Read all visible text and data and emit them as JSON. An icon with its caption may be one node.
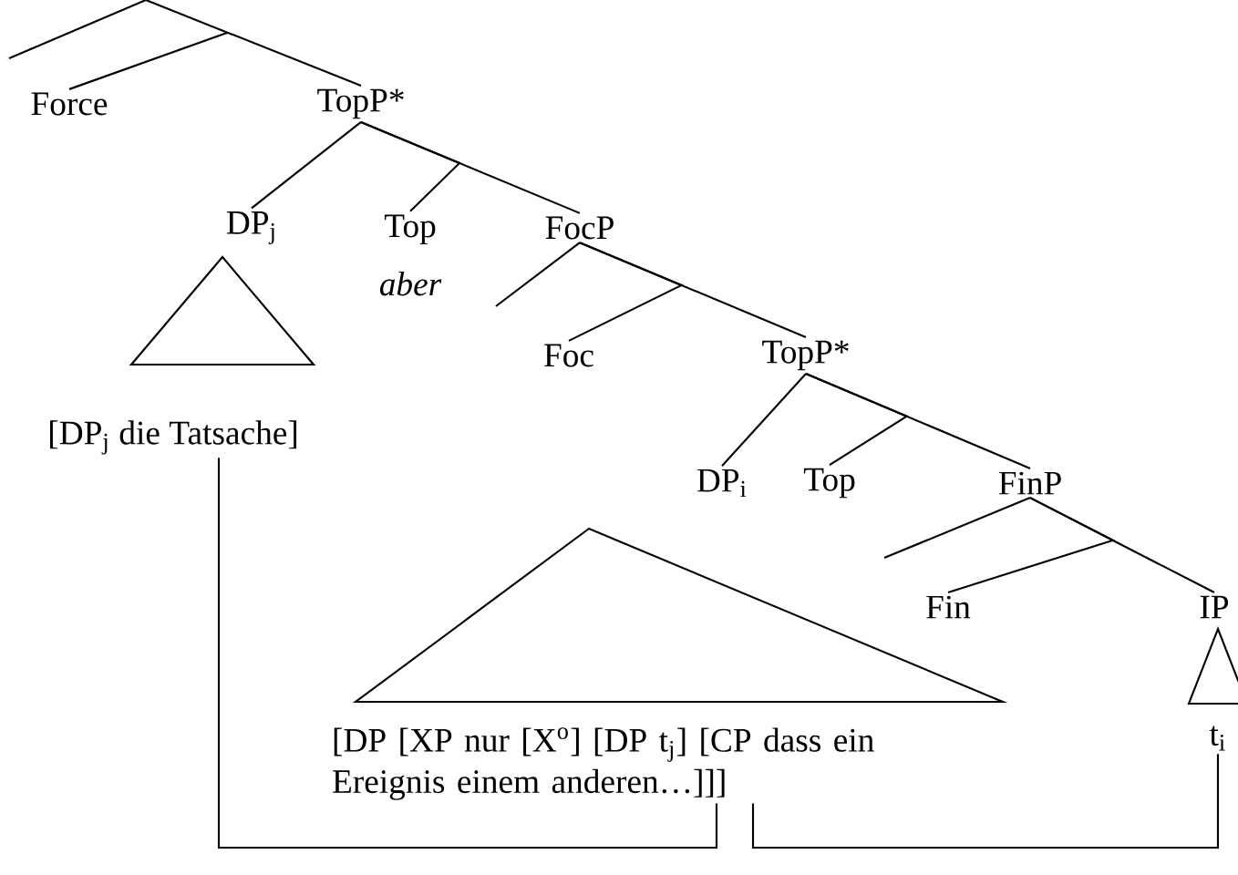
{
  "diagram": {
    "nodes": [
      {
        "text": [
          "Force"
        ]
      },
      {
        "text": [
          "TopP*"
        ]
      },
      {
        "text": [
          "DP$_{j}$"
        ]
      },
      {
        "text": [
          "Top",
          "aber"
        ]
      },
      {
        "text": [
          "FocP"
        ]
      },
      {
        "text": [],
        "shape": "triangle"
      },
      {
        "text": [
          "Foc"
        ]
      },
      {
        "text": [
          "TopP*"
        ]
      },
      {
        "text": [
          "[DP$_{j}$ die Tatsache]"
        ]
      },
      {
        "text": [
          "DP$_{i}$"
        ]
      },
      {
        "text": [
          "Top"
        ]
      },
      {
        "text": [
          "FinP"
        ]
      },
      {
        "text": [],
        "shape": "triangle"
      },
      {
        "text": [
          "Fin"
        ]
      },
      {
        "text": [
          "IP"
        ]
      },
      {
        "text": [],
        "shape": "triangle"
      },
      {
        "text": [
          "[DP [XP nur [X$^{o}$] [DP t$_{j}$] [CP dass ein Ereignis einem anderen…]]]"
        ]
      },
      {
        "text": [
          "t$_{i}$"
        ]
      }
    ],
    "edges": [
      {
        "from": null,
        "to": 1,
        "arrow": "none"
      },
      {
        "from": null,
        "to": 0,
        "arrow": "none"
      },
      {
        "from": 1,
        "to": 2,
        "arrow": "none"
      },
      {
        "from": 1,
        "to": 3,
        "arrow": "none"
      },
      {
        "from": 1,
        "to": 4,
        "arrow": "none"
      },
      {
        "from": 4,
        "to": null,
        "arrow": "none"
      },
      {
        "from": 4,
        "to": 6,
        "arrow": "none"
      },
      {
        "from": 4,
        "to": 7,
        "arrow": "none"
      },
      {
        "from": 7,
        "to": 9,
        "arrow": "none"
      },
      {
        "from": 7,
        "to": 10,
        "arrow": "none"
      },
      {
        "from": 7,
        "to": 11,
        "arrow": "none"
      },
      {
        "from": 11,
        "to": null,
        "arrow": "none"
      },
      {
        "from": 11,
        "to": 13,
        "arrow": "none"
      },
      {
        "from": 11,
        "to": 14,
        "arrow": "none"
      },
      {
        "from": 8,
        "to": 16,
        "arrow": "none"
      },
      {
        "from": 16,
        "to": 17,
        "arrow": "none"
      }
    ]
  }
}
